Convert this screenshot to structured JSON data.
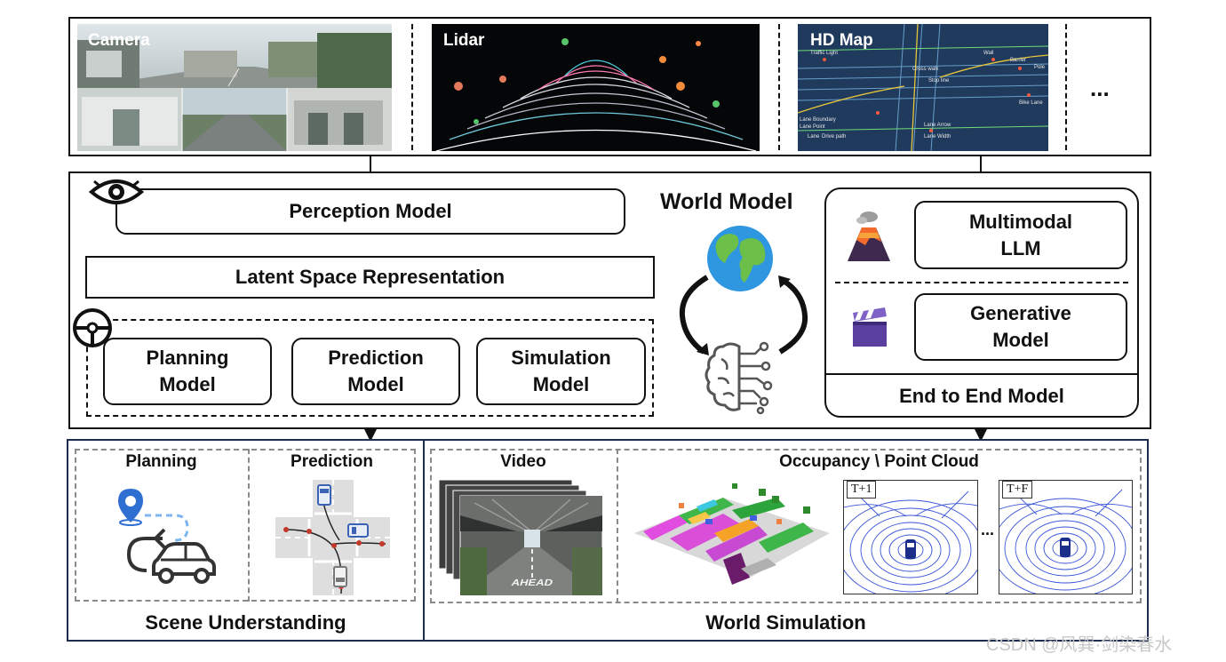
{
  "sensors": {
    "camera_label": "Camera",
    "lidar_label": "Lidar",
    "hdmap_label": "HD Map",
    "more": "...",
    "hdmap_annotations": [
      "Traffic Light",
      "Wall",
      "Barrier",
      "Pole",
      "Cross walk",
      "Stop line",
      "Bike Lane",
      "Lane Boundary",
      "Lane Point",
      "Lane Arrow",
      "Lane",
      "Drive path",
      "Lane Width"
    ]
  },
  "world_model": {
    "title": "World Model",
    "perception": "Perception Model",
    "latent": "Latent Space Representation",
    "planning": "Planning Model",
    "prediction": "Prediction Model",
    "simulation": "Simulation Model",
    "multimodal": "Multimodal LLM",
    "generative": "Generative Model",
    "end_to_end": "End to End Model"
  },
  "scene": {
    "planning": "Planning",
    "prediction": "Prediction",
    "title": "Scene Understanding"
  },
  "world_sim": {
    "video": "Video",
    "occupancy": "Occupancy \\ Point Cloud",
    "video_road_text": "AHEAD",
    "t1": "T+1",
    "tf": "T+F",
    "dots": "...",
    "title": "World Simulation"
  },
  "watermark": "CSDN @风巽·剑染春水"
}
